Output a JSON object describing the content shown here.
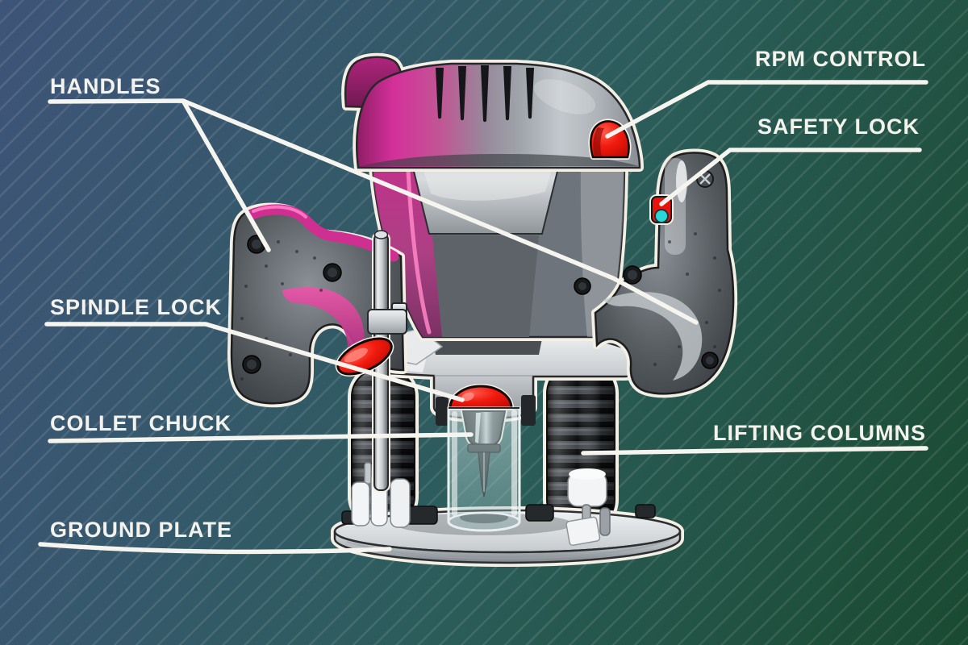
{
  "callouts": [
    {
      "id": "handles",
      "label": "HANDLES",
      "side": "left"
    },
    {
      "id": "rpm-control",
      "label": "RPM CONTROL",
      "side": "right"
    },
    {
      "id": "safety-lock",
      "label": "SAFETY LOCK",
      "side": "right"
    },
    {
      "id": "spindle-lock",
      "label": "SPINDLE LOCK",
      "side": "left"
    },
    {
      "id": "collet-chuck",
      "label": "COLLET CHUCK",
      "side": "left"
    },
    {
      "id": "lifting-columns",
      "label": "LIFTING COLUMNS",
      "side": "right"
    },
    {
      "id": "ground-plate",
      "label": "GROUND PLATE",
      "side": "left"
    }
  ],
  "theme": {
    "css_vars": {
      "--bg-blue": "#3e5478",
      "--bg-teal": "#2c5d5b",
      "--bg-green": "#1a4a31",
      "--stripe": "rgba(255,255,255,0.10)",
      "--label-color": "#f4f2ec",
      "--line-color": "#f6f4ee",
      "--accent-pink": "#d12a8e",
      "--accent-red": "#ec1a0f",
      "--accent-cyan": "#2bd6d6",
      "--outline-cream": "#f3efe4",
      "--metal-silver": "#c9cdd1",
      "--handle-gray": "#4a4e53"
    }
  }
}
